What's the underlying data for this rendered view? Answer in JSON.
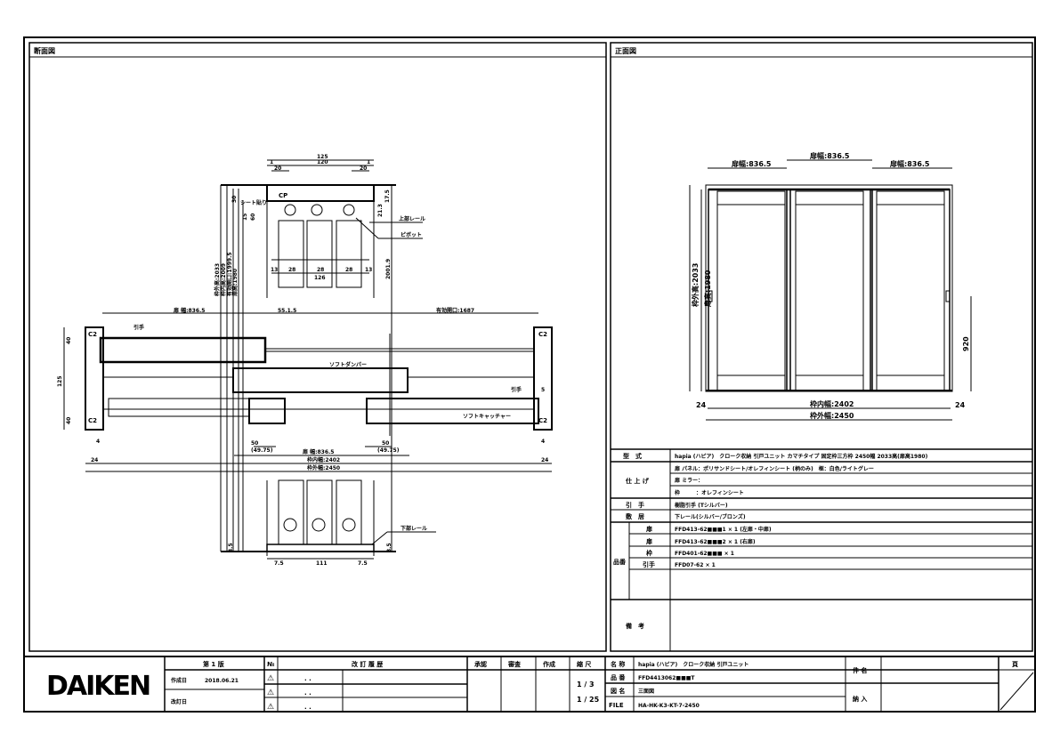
{
  "section_view": {
    "title": "断面図",
    "dims": {
      "top_125": "125",
      "top_120": "120",
      "top_20a": "20",
      "top_20b": "20",
      "top_1a": "1",
      "top_1b": "1",
      "d_30": "30",
      "d_15": "15",
      "d_60": "60",
      "d_17_5": "17.5",
      "d_21_3": "21.3",
      "seat_label": "シート貼り",
      "cp": "CP",
      "upper_rail": "上部レール",
      "pivot": "ピボット",
      "frame_h": "枠外高:2033",
      "inner_h": "枠内高:2009",
      "opening_h": "有効開口:1999.5",
      "door_h": "扉高:1980",
      "h_2001_9": "2001.9",
      "row_13": "13",
      "row_28a": "28",
      "row_28b": "28",
      "row_28c": "28",
      "row_13b": "13",
      "w_126": "126",
      "door_w_left": "扉 幅:836.5",
      "overlap": "55.1.5",
      "opening_w": "有効開口:1687",
      "handle": "引手",
      "soft_stop": "ソフトダンパー",
      "stopper": "引手",
      "soft_catch": "ソフトキャッチャー",
      "w_125": "125",
      "d_40a": "40",
      "d_40b": "40",
      "d_50a": "50",
      "d_49_75a": "(49.75)",
      "d_50b": "50",
      "d_49_75b": "(49.75)",
      "door_w_mid": "扉 幅:836.5",
      "inner_w": "枠内幅:2402",
      "outer_w": "枠外幅:2450",
      "d_24a": "24",
      "d_24b": "24",
      "c2": "C2",
      "d_4a": "4",
      "d_4b": "4",
      "d_5": "5",
      "lower_rail": "下部レール",
      "b_7_5a": "7.5",
      "b_111": "111",
      "b_7_5b": "7.5",
      "b_3_5a": "3.5",
      "b_3_5b": "3.5"
    }
  },
  "front_view": {
    "title": "正面図",
    "door_w1": "扉幅:836.5",
    "door_w2": "扉幅:836.5",
    "door_w3": "扉幅:836.5",
    "frame_h": "枠外高:2033",
    "door_h": "扉高:1980",
    "handle_h": "920",
    "side_l": "24",
    "side_r": "24",
    "inner_w": "枠内幅:2402",
    "outer_w": "枠外幅:2450"
  },
  "spec_table": {
    "rows": [
      {
        "label": "型　式",
        "value": "hapia (ハピア)　クローク収納 引戸ユニット カマチタイプ 固定枠三方枠 2450幅 2033高(扉高1980)"
      },
      {
        "label": "仕 上 げ",
        "values": [
          "扉 パネル：ポリサンドシート/オレフィンシート (柄のみ)　框：白色/ライトグレー",
          "扉 ミラー：",
          "枠　　　：オレフィンシート"
        ]
      },
      {
        "label": "引　手",
        "value": "樹脂引手 (Tシルバー)"
      },
      {
        "label": "敷　居",
        "value": "下レール(シルバー/ブロンズ)"
      },
      {
        "label": "品番",
        "items": [
          {
            "sub": "扉",
            "value": "FFD413-62■■■1 × 1 (左扉・中扉)"
          },
          {
            "sub": "扉",
            "value": "FFD413-62■■■2 × 1 (右扉)"
          },
          {
            "sub": "枠",
            "value": "FFD401-62■■■ × 1"
          },
          {
            "sub": "引手",
            "value": "FFD07-62 × 1"
          }
        ]
      },
      {
        "label": "備　考",
        "value": ""
      }
    ]
  },
  "title_block": {
    "logo": "DAIKEN",
    "edition": "第 1 版",
    "created_label": "作成日",
    "created_date": "2018.06.21",
    "revised_label": "改訂日",
    "no_label": "№",
    "history_label": "改 訂 履 歴",
    "rev_dates": [
      ". .",
      ". .",
      ". ."
    ],
    "approve_label": "承認",
    "check_label": "審査",
    "make_label": "作成",
    "scale_label": "縮 尺",
    "scales": [
      "1 / 3",
      "1 / 25"
    ],
    "name_label": "名 称",
    "name_value": "hapia (ハピア)　クローク収納 引戸ユニット",
    "part_label": "品 番",
    "part_value": "FFD4413062■■■T",
    "drawing_label": "図 名",
    "drawing_value": "三面図",
    "file_label": "FILE",
    "file_value": "HA-HK-K3-KT-7-2450",
    "subject_label": "件 名",
    "delivery_label": "納 入",
    "page_label": "頁"
  }
}
